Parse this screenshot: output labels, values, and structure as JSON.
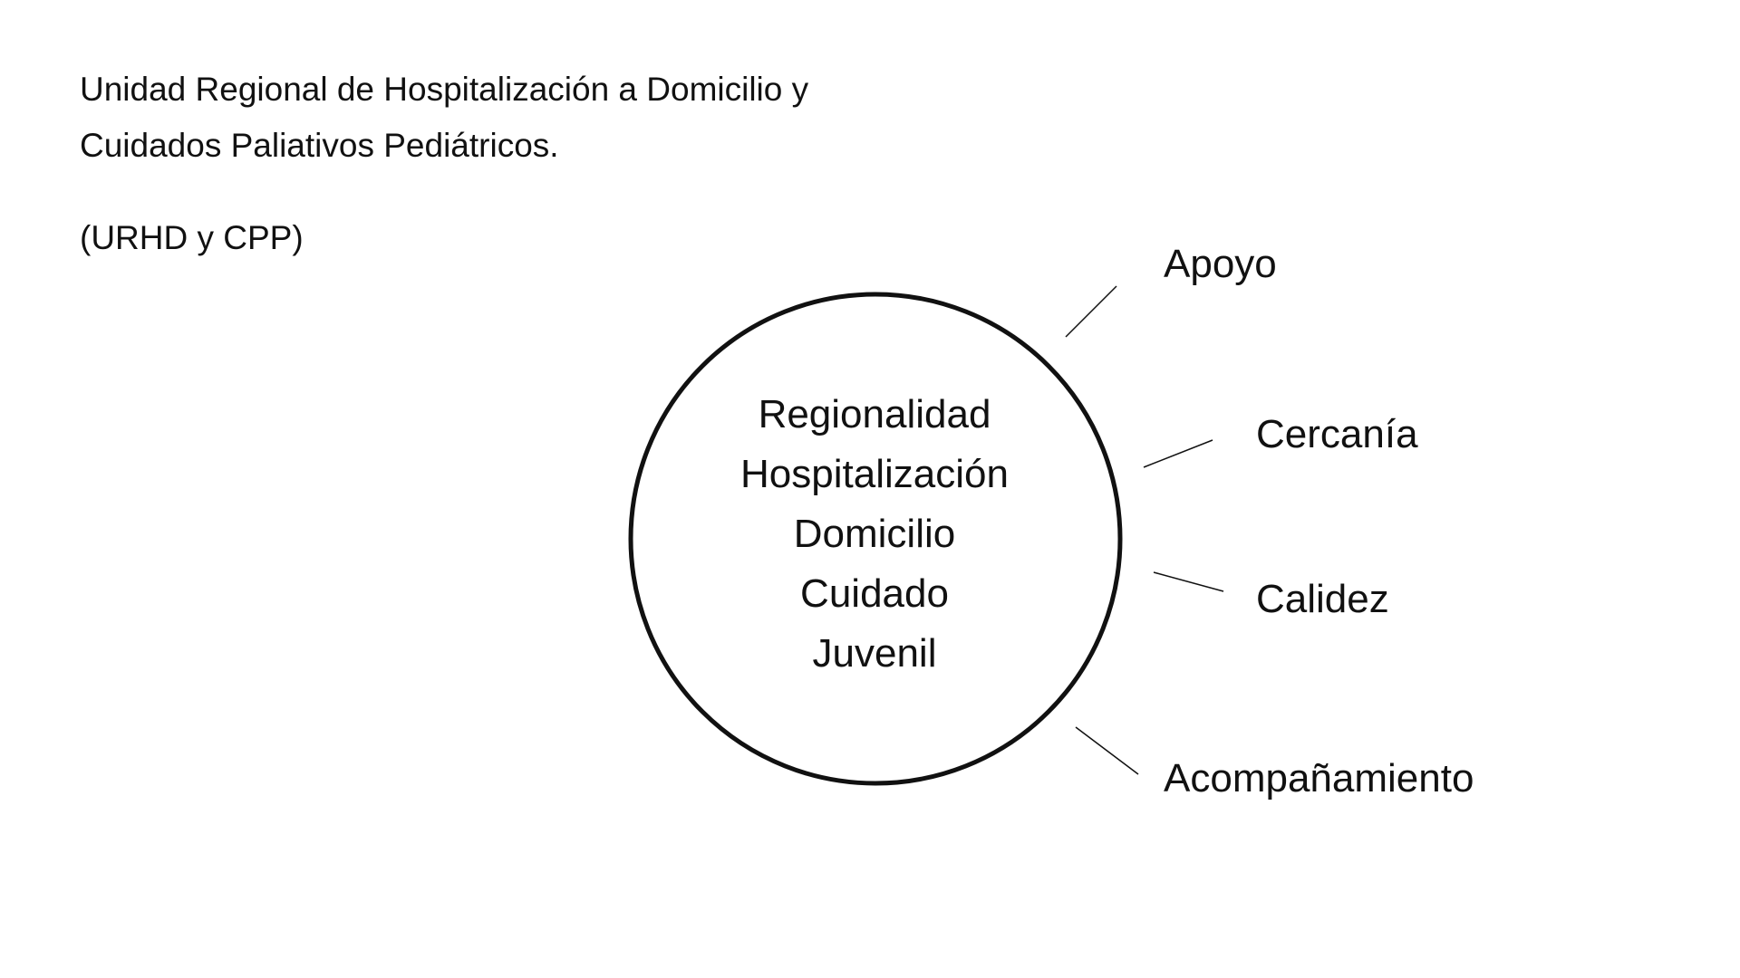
{
  "title": {
    "line1": "Unidad Regional de Hospitalización a Domicilio y",
    "line2": "Cuidados Paliativos Pediátricos."
  },
  "abbreviation": "(URHD y CPP)",
  "center_words": [
    "Regionalidad",
    "Hospitalización",
    "Domicilio",
    "Cuidado",
    "Juvenil"
  ],
  "concepts": {
    "apoyo": "Apoyo",
    "cercania": "Cercanía",
    "calidez": "Calidez",
    "acompanamiento": "Acompañamiento"
  }
}
